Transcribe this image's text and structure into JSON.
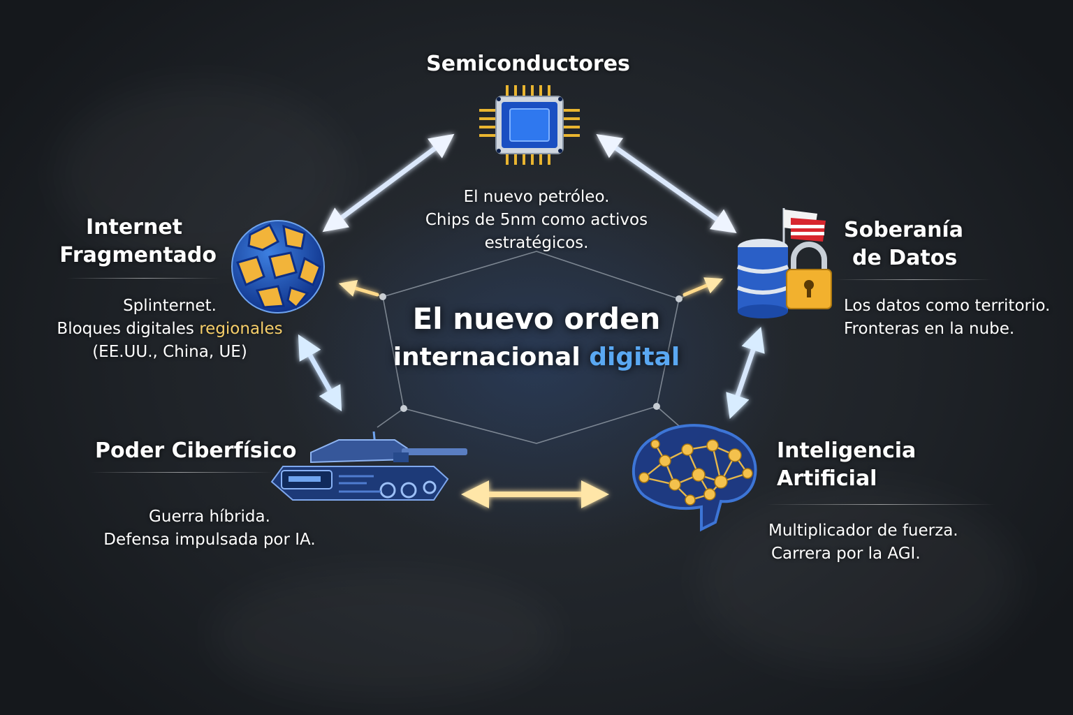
{
  "center": {
    "line1": "El nuevo orden",
    "line2_a": "internacional ",
    "line2_b": "digital"
  },
  "nodes": {
    "semiconductores": {
      "title": "Semiconductores",
      "desc": [
        "El nuevo petróleo.",
        "Chips de 5nm como activos",
        "estratégicos."
      ]
    },
    "internet": {
      "title": [
        "Internet",
        "Fragmentado"
      ],
      "desc_a": "Splinternet.",
      "desc_b1": "Bloques digitales ",
      "desc_b2": "regionales",
      "desc_c": "(EE.UU., China, UE)"
    },
    "soberania": {
      "title": [
        "Soberanía",
        "de Datos"
      ],
      "desc": [
        "Los datos como territorio.",
        "Fronteras en la nube."
      ]
    },
    "poder": {
      "title": "Poder Ciberfísico",
      "desc": [
        "Guerra híbrida.",
        "Defensa impulsada por IA."
      ]
    },
    "ia": {
      "title": [
        "Inteligencia",
        "Artificial"
      ],
      "desc": [
        "Multiplicador de fuerza.",
        "Carrera por la AGI."
      ]
    }
  },
  "icons": {
    "semiconductores": "chip-icon",
    "internet": "fragmented-globe-icon",
    "soberania": "database-lock-flag-icon",
    "poder": "tank-icon",
    "ia": "neural-brain-icon"
  },
  "colors": {
    "board": "#1f2328",
    "gold": "#f7cf6a",
    "blue": "#3a78d8",
    "arrow_light": "#e8f1ff"
  }
}
